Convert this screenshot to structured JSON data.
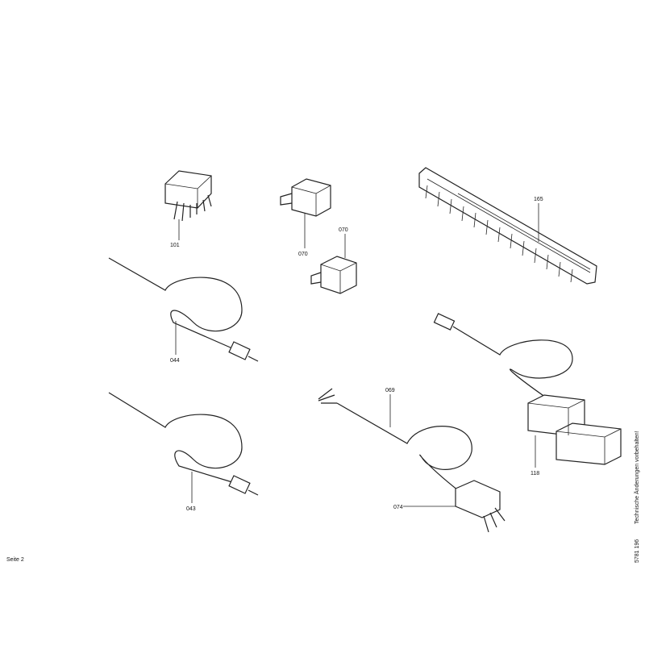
{
  "parts": {
    "p101": "101",
    "p070a": "070",
    "p070b": "070",
    "p165": "165",
    "p044": "044",
    "p043": "043",
    "p069": "069",
    "p074": "074",
    "p118": "118"
  },
  "footer": {
    "page": "Seite 2",
    "doc_number": "5781 196",
    "notice": "Technische Änderungen vorbehalten!"
  }
}
